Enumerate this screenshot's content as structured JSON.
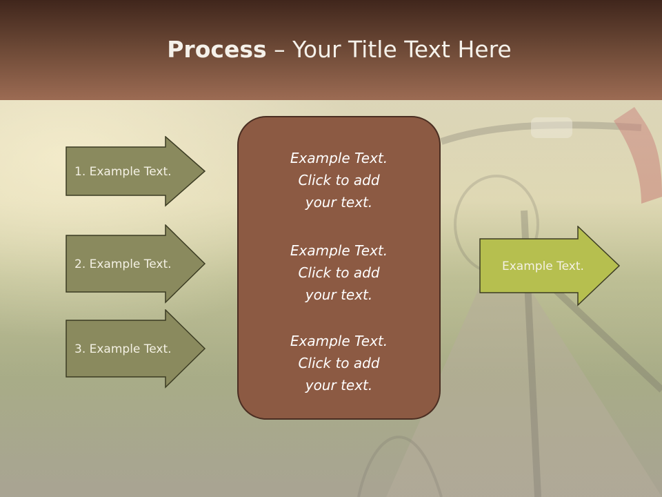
{
  "slide": {
    "title_bold": "Process",
    "title_rest": " – Your Title Text Here"
  },
  "left_arrows": [
    {
      "label": "1. Example Text."
    },
    {
      "label": "2. Example Text."
    },
    {
      "label": "3. Example Text."
    }
  ],
  "center_blocks": [
    {
      "line1": "Example Text.",
      "line2": "Click  to add",
      "line3": "your text."
    },
    {
      "line1": "Example Text.",
      "line2": "Click  to add",
      "line3": "your text."
    },
    {
      "line1": "Example Text.",
      "line2": "Click  to add",
      "line3": "your text."
    }
  ],
  "right_arrow": {
    "label": "Example Text."
  },
  "colors": {
    "header_dark": "#40261c",
    "header_light": "#9c6b53",
    "left_arrow_fill": "#8a8a5e",
    "right_arrow_fill": "#b6bf4f",
    "center_box_fill": "#8c5a43"
  }
}
